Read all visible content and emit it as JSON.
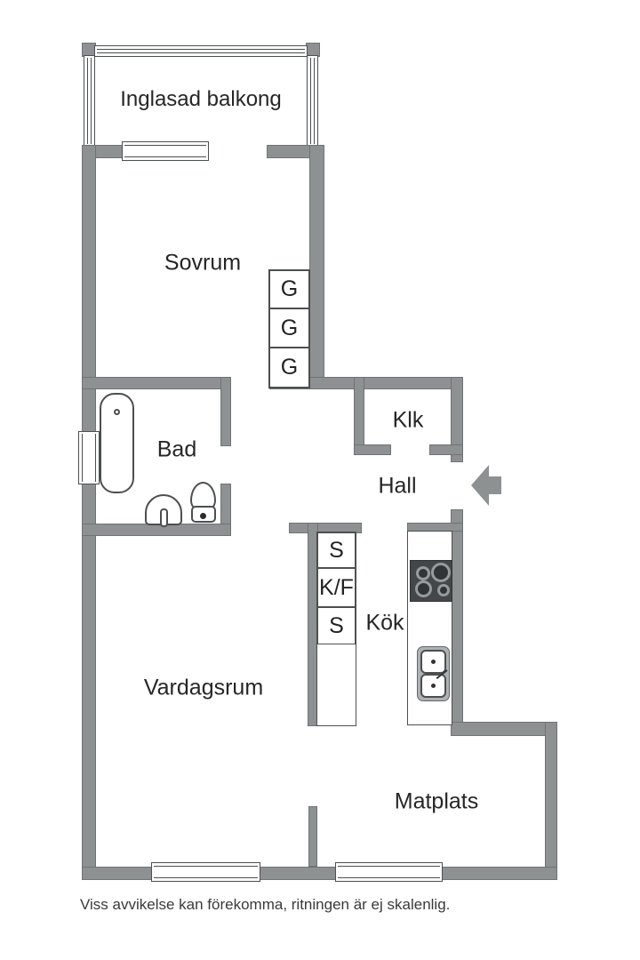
{
  "rooms": {
    "balcony": "Inglasad balkong",
    "bedroom": "Sovrum",
    "bathroom": "Bad",
    "hall_closet": "Klk",
    "hall": "Hall",
    "kitchen": "Kök",
    "living_room": "Vardagsrum",
    "dining_area": "Matplats"
  },
  "wardrobes": {
    "g1": "G",
    "g2": "G",
    "g3": "G"
  },
  "kitchen_units": {
    "top": "S",
    "middle": "K/F",
    "bottom": "S"
  },
  "disclaimer": "Viss avvikelse kan förekomma, ritningen är ej skalenlig.",
  "colors": {
    "wall": "#8d9192",
    "fixture_outline": "#4c4f50",
    "text": "#2c2c2c",
    "stove": "#44474a"
  },
  "icons": {
    "entry": "entry-arrow-left",
    "fixtures": [
      "bathtub",
      "bathroom-sink",
      "toilet",
      "stove",
      "kitchen-sink"
    ]
  }
}
